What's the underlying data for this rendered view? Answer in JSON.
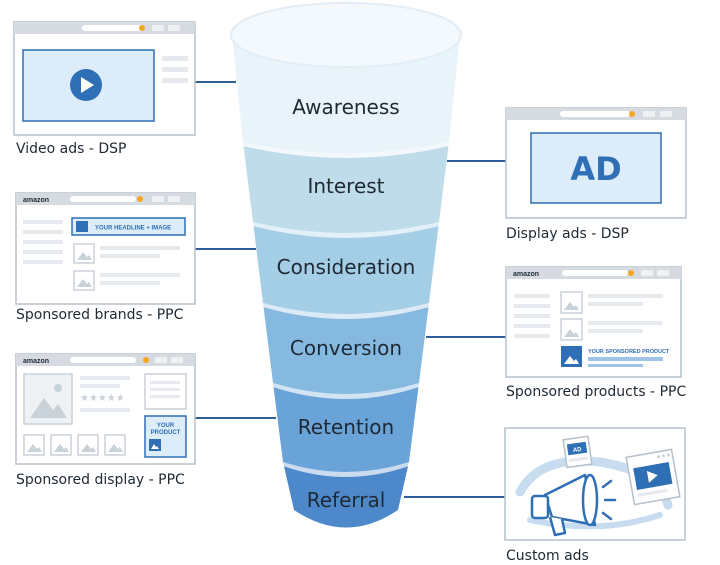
{
  "funnel": {
    "stages": [
      "Awareness",
      "Interest",
      "Consideration",
      "Conversion",
      "Retention",
      "Referral"
    ]
  },
  "cards": {
    "video_ads": {
      "caption": "Video ads - DSP"
    },
    "sponsored_brands": {
      "caption": "Sponsored brands - PPC",
      "logo": "amazon",
      "headline": "YOUR HEADLINE + IMAGE"
    },
    "sponsored_display": {
      "caption": "Sponsored display - PPC",
      "logo": "amazon",
      "product_line1": "YOUR",
      "product_line2": "PRODUCT"
    },
    "display_ads": {
      "caption": "Display ads - DSP",
      "ad_text": "AD"
    },
    "sponsored_products": {
      "caption": "Sponsored products - PPC",
      "logo": "amazon",
      "product_text": "YOUR SPONSORED PRODUCT"
    },
    "custom_ads": {
      "caption": "Custom ads",
      "ad_text": "AD"
    }
  },
  "colors": {
    "stage_fills": [
      "#e9f3fa",
      "#bfdceb",
      "#a4cde6",
      "#86b9e0",
      "#6aa3d8",
      "#4d88cb"
    ],
    "accent": "#2f6fb5",
    "orange_dot": "#f5a623",
    "connector": "#2e5f9a",
    "card_border": "#b7c0ca",
    "light_blue": "#dcecf9"
  }
}
